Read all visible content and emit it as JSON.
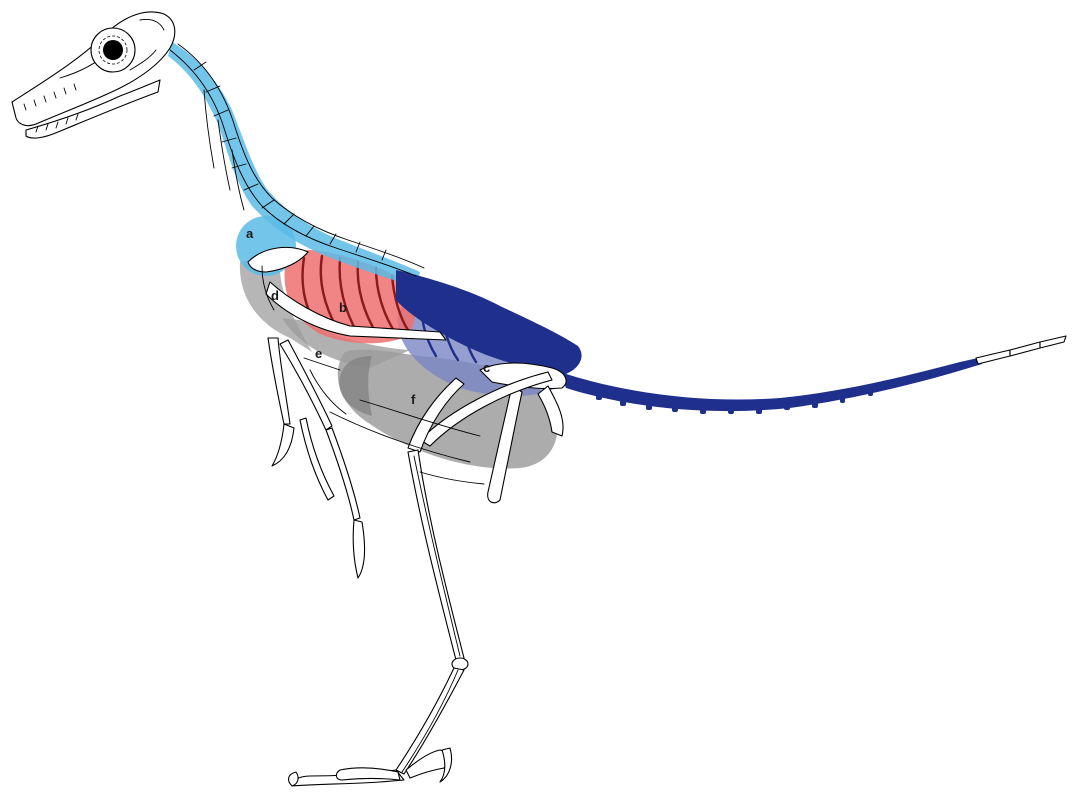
{
  "figure": {
    "labels": {
      "a": "a",
      "b": "b",
      "c": "c",
      "d": "d",
      "e": "e",
      "f": "f"
    },
    "colors": {
      "cervical_air_sac": "#5bbbe6",
      "anterior_thoracic_air_sac": "#ee6f6f",
      "abdominal_posterior": "#1e2f8c",
      "posterior_region_tint": "#7b86c4",
      "gray_air_sacs": "#9e9e9e",
      "outline": "#000000",
      "background": "#ffffff"
    },
    "icons": [
      "skull-icon",
      "eye-socket-icon"
    ]
  }
}
